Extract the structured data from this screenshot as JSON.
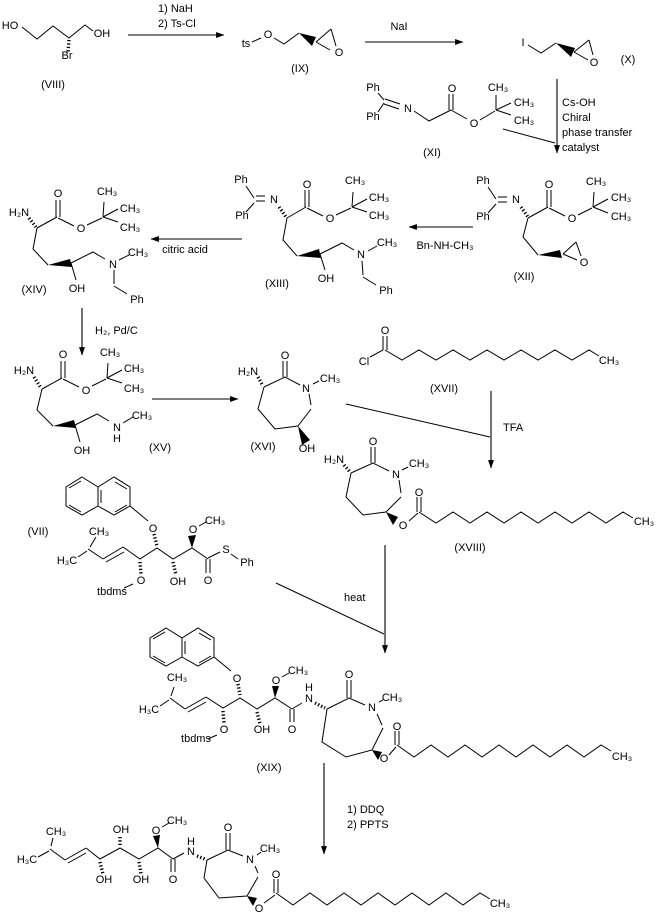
{
  "page": {
    "background": "#ffffff",
    "ink": "#000000"
  },
  "compounds": {
    "viii": {
      "label": "(VIII)",
      "ho": "HO",
      "oh": "OH",
      "br": "Br"
    },
    "ix": {
      "label": "(IX)",
      "ts": "ts",
      "o1": "O",
      "o2": "O"
    },
    "x": {
      "label": "(X)",
      "i": "I",
      "o1": "O"
    },
    "xi": {
      "label": "(XI)",
      "ph1": "Ph",
      "ph2": "Ph",
      "n": "N",
      "o1": "O",
      "o2": "O",
      "me1": "CH₃",
      "me2": "CH₃",
      "me3": "CH₃"
    },
    "xii": {
      "label": "(XII)",
      "ph1": "Ph",
      "ph2": "Ph",
      "n": "N",
      "o1": "O",
      "o2": "O",
      "me1": "CH₃",
      "me2": "CH₃",
      "me3": "CH₃",
      "o3": "O"
    },
    "xiii": {
      "label": "(XIII)",
      "ph1": "Ph",
      "ph2": "Ph",
      "n1": "N",
      "o1": "O",
      "o2": "O",
      "me1": "CH₃",
      "me2": "CH₃",
      "me3": "CH₃",
      "oh": "OH",
      "n2": "N",
      "me4": "CH₃",
      "ph3": "Ph"
    },
    "xiv": {
      "label": "(XIV)",
      "h2n": "H₂N",
      "o1": "O",
      "o2": "O",
      "me1": "CH₃",
      "me2": "CH₃",
      "me3": "CH₃",
      "oh": "OH",
      "n2": "N",
      "me4": "CH₃",
      "ph3": "Ph"
    },
    "xv": {
      "label": "(XV)",
      "h2n": "H₂N",
      "o1": "O",
      "o2": "O",
      "me1": "CH₃",
      "me2": "CH₃",
      "me3": "CH₃",
      "oh": "OH",
      "n2": "N",
      "h": "H",
      "me4": "CH₃"
    },
    "xvi": {
      "label": "(XVI)",
      "h2n": "H₂N",
      "o1": "O",
      "n": "N",
      "me1": "CH₃",
      "oh": "OH"
    },
    "xvii": {
      "label": "(XVII)",
      "cl": "Cl",
      "o1": "O",
      "me1": "CH₃"
    },
    "xviii": {
      "label": "(XVIII)",
      "h2n": "H₂N",
      "o1": "O",
      "n": "N",
      "me1": "CH₃",
      "o2": "O",
      "o3": "O",
      "me2": "CH₃"
    },
    "vii": {
      "label": "(VII)",
      "o1": "O",
      "me1": "CH₃",
      "h3c": "H₃C",
      "o2": "O",
      "tbdms": "tbdms",
      "oh": "OH",
      "o3": "O",
      "me2": "CH₃",
      "o4": "O",
      "s": "S",
      "ph": "Ph"
    },
    "xix": {
      "label": "(XIX)",
      "o1": "O",
      "me1": "CH₃",
      "h3c": "H₃C",
      "o2": "O",
      "tbdms": "tbdms",
      "oh": "OH",
      "o3": "O",
      "me2": "CH₃",
      "o4": "O",
      "h": "H",
      "n1": "N",
      "o5": "O",
      "n2": "N",
      "me3": "CH₃",
      "o6": "O",
      "o7": "O",
      "me4": "CH₃"
    },
    "fin": {
      "me1": "CH₃",
      "h3c": "H₃C",
      "oh1": "OH",
      "oh2": "OH",
      "oh3": "OH",
      "o1": "O",
      "me2": "CH₃",
      "o2": "O",
      "h": "H",
      "n1": "N",
      "o3": "O",
      "n2": "N",
      "me3": "CH₃",
      "o4": "O",
      "o5": "O",
      "me4": "CH₃"
    }
  },
  "steps": {
    "s1": [
      "1) NaH",
      "2) Ts-Cl"
    ],
    "s2": "NaI",
    "s3": [
      "Cs-OH",
      "Chiral",
      "phase transfer",
      "catalyst"
    ],
    "s4": "Bn-NH-CH₃",
    "s5": "citric acid",
    "s6": "H₂, Pd/C",
    "s7": "TFA",
    "s8": "heat",
    "s9": [
      "1) DDQ",
      "2) PPTS"
    ]
  }
}
